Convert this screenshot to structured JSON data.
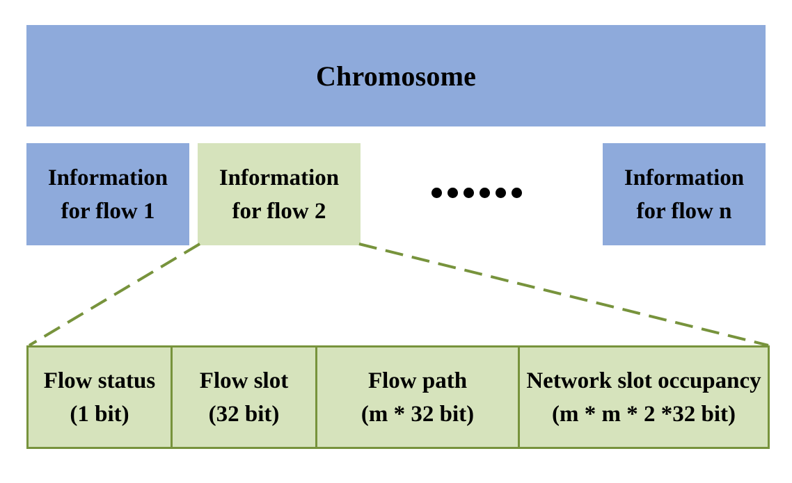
{
  "colors": {
    "blue_fill": "#8eaadb",
    "green_fill": "#d6e3bc",
    "green_border": "#77933c",
    "dash_line": "#77933c"
  },
  "chromosome": {
    "label": "Chromosome"
  },
  "flows": [
    {
      "line1": "Information",
      "line2": "for flow 1"
    },
    {
      "line1": "Information",
      "line2": "for flow 2"
    },
    {
      "line1": "Information",
      "line2": "for flow n"
    }
  ],
  "ellipsis": {
    "dot_count": 6
  },
  "detail": [
    {
      "line1": "Flow status",
      "line2": "(1 bit)"
    },
    {
      "line1": "Flow slot",
      "line2": "(32 bit)"
    },
    {
      "line1": "Flow path",
      "line2": "(m * 32 bit)"
    },
    {
      "line1": "Network slot occupancy",
      "line2": "(m * m * 2 *32 bit)"
    }
  ]
}
